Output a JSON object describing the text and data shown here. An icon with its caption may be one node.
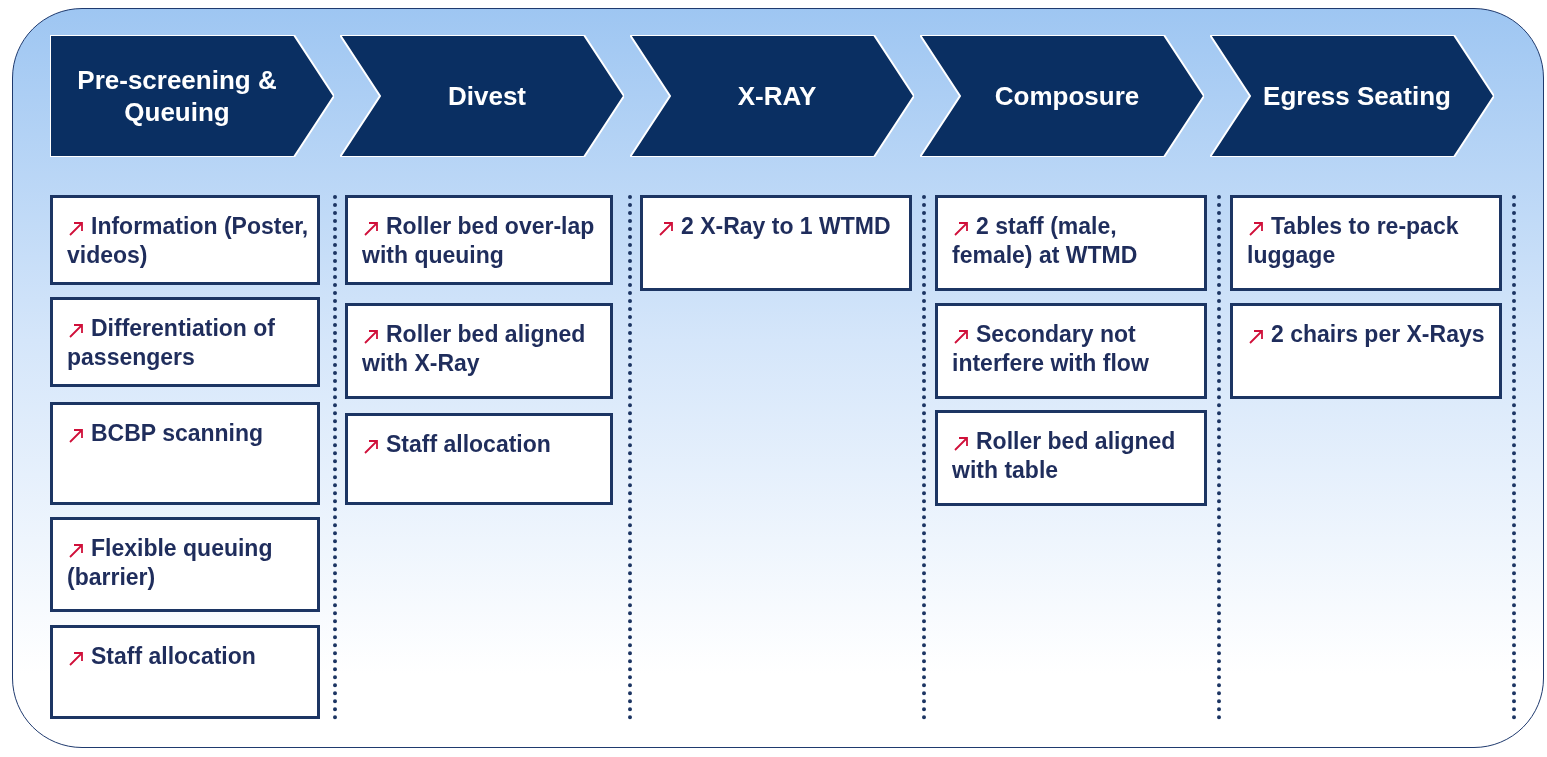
{
  "diagram": {
    "nodes": [
      {
        "text": [
          "Pre-screening & Queuing"
        ]
      },
      {
        "text": [
          "Divest"
        ]
      },
      {
        "text": [
          "X-RAY"
        ]
      },
      {
        "text": [
          "Composure"
        ]
      },
      {
        "text": [
          "Egress Seating"
        ]
      },
      {
        "text": [
          "Information (Poster, videos)"
        ]
      },
      {
        "text": [
          "Differentiation of passengers"
        ]
      },
      {
        "text": [
          "BCBP scanning"
        ]
      },
      {
        "text": [
          "Flexible queuing (barrier)"
        ]
      },
      {
        "text": [
          "Staff allocation"
        ]
      },
      {
        "text": [
          "Roller bed over-lap with queuing"
        ]
      },
      {
        "text": [
          "Roller bed aligned with X-Ray"
        ]
      },
      {
        "text": [
          "Staff allocation"
        ]
      },
      {
        "text": [
          "2 X-Ray to 1 WTMD"
        ]
      },
      {
        "text": [
          "2 staff (male, female) at WTMD"
        ]
      },
      {
        "text": [
          "Secondary not interfere with flow"
        ]
      },
      {
        "text": [
          "Roller bed aligned with table"
        ]
      },
      {
        "text": [
          "Tables to re-pack luggage"
        ]
      },
      {
        "text": [
          "2 chairs per X-Rays"
        ]
      }
    ],
    "edges": []
  }
}
